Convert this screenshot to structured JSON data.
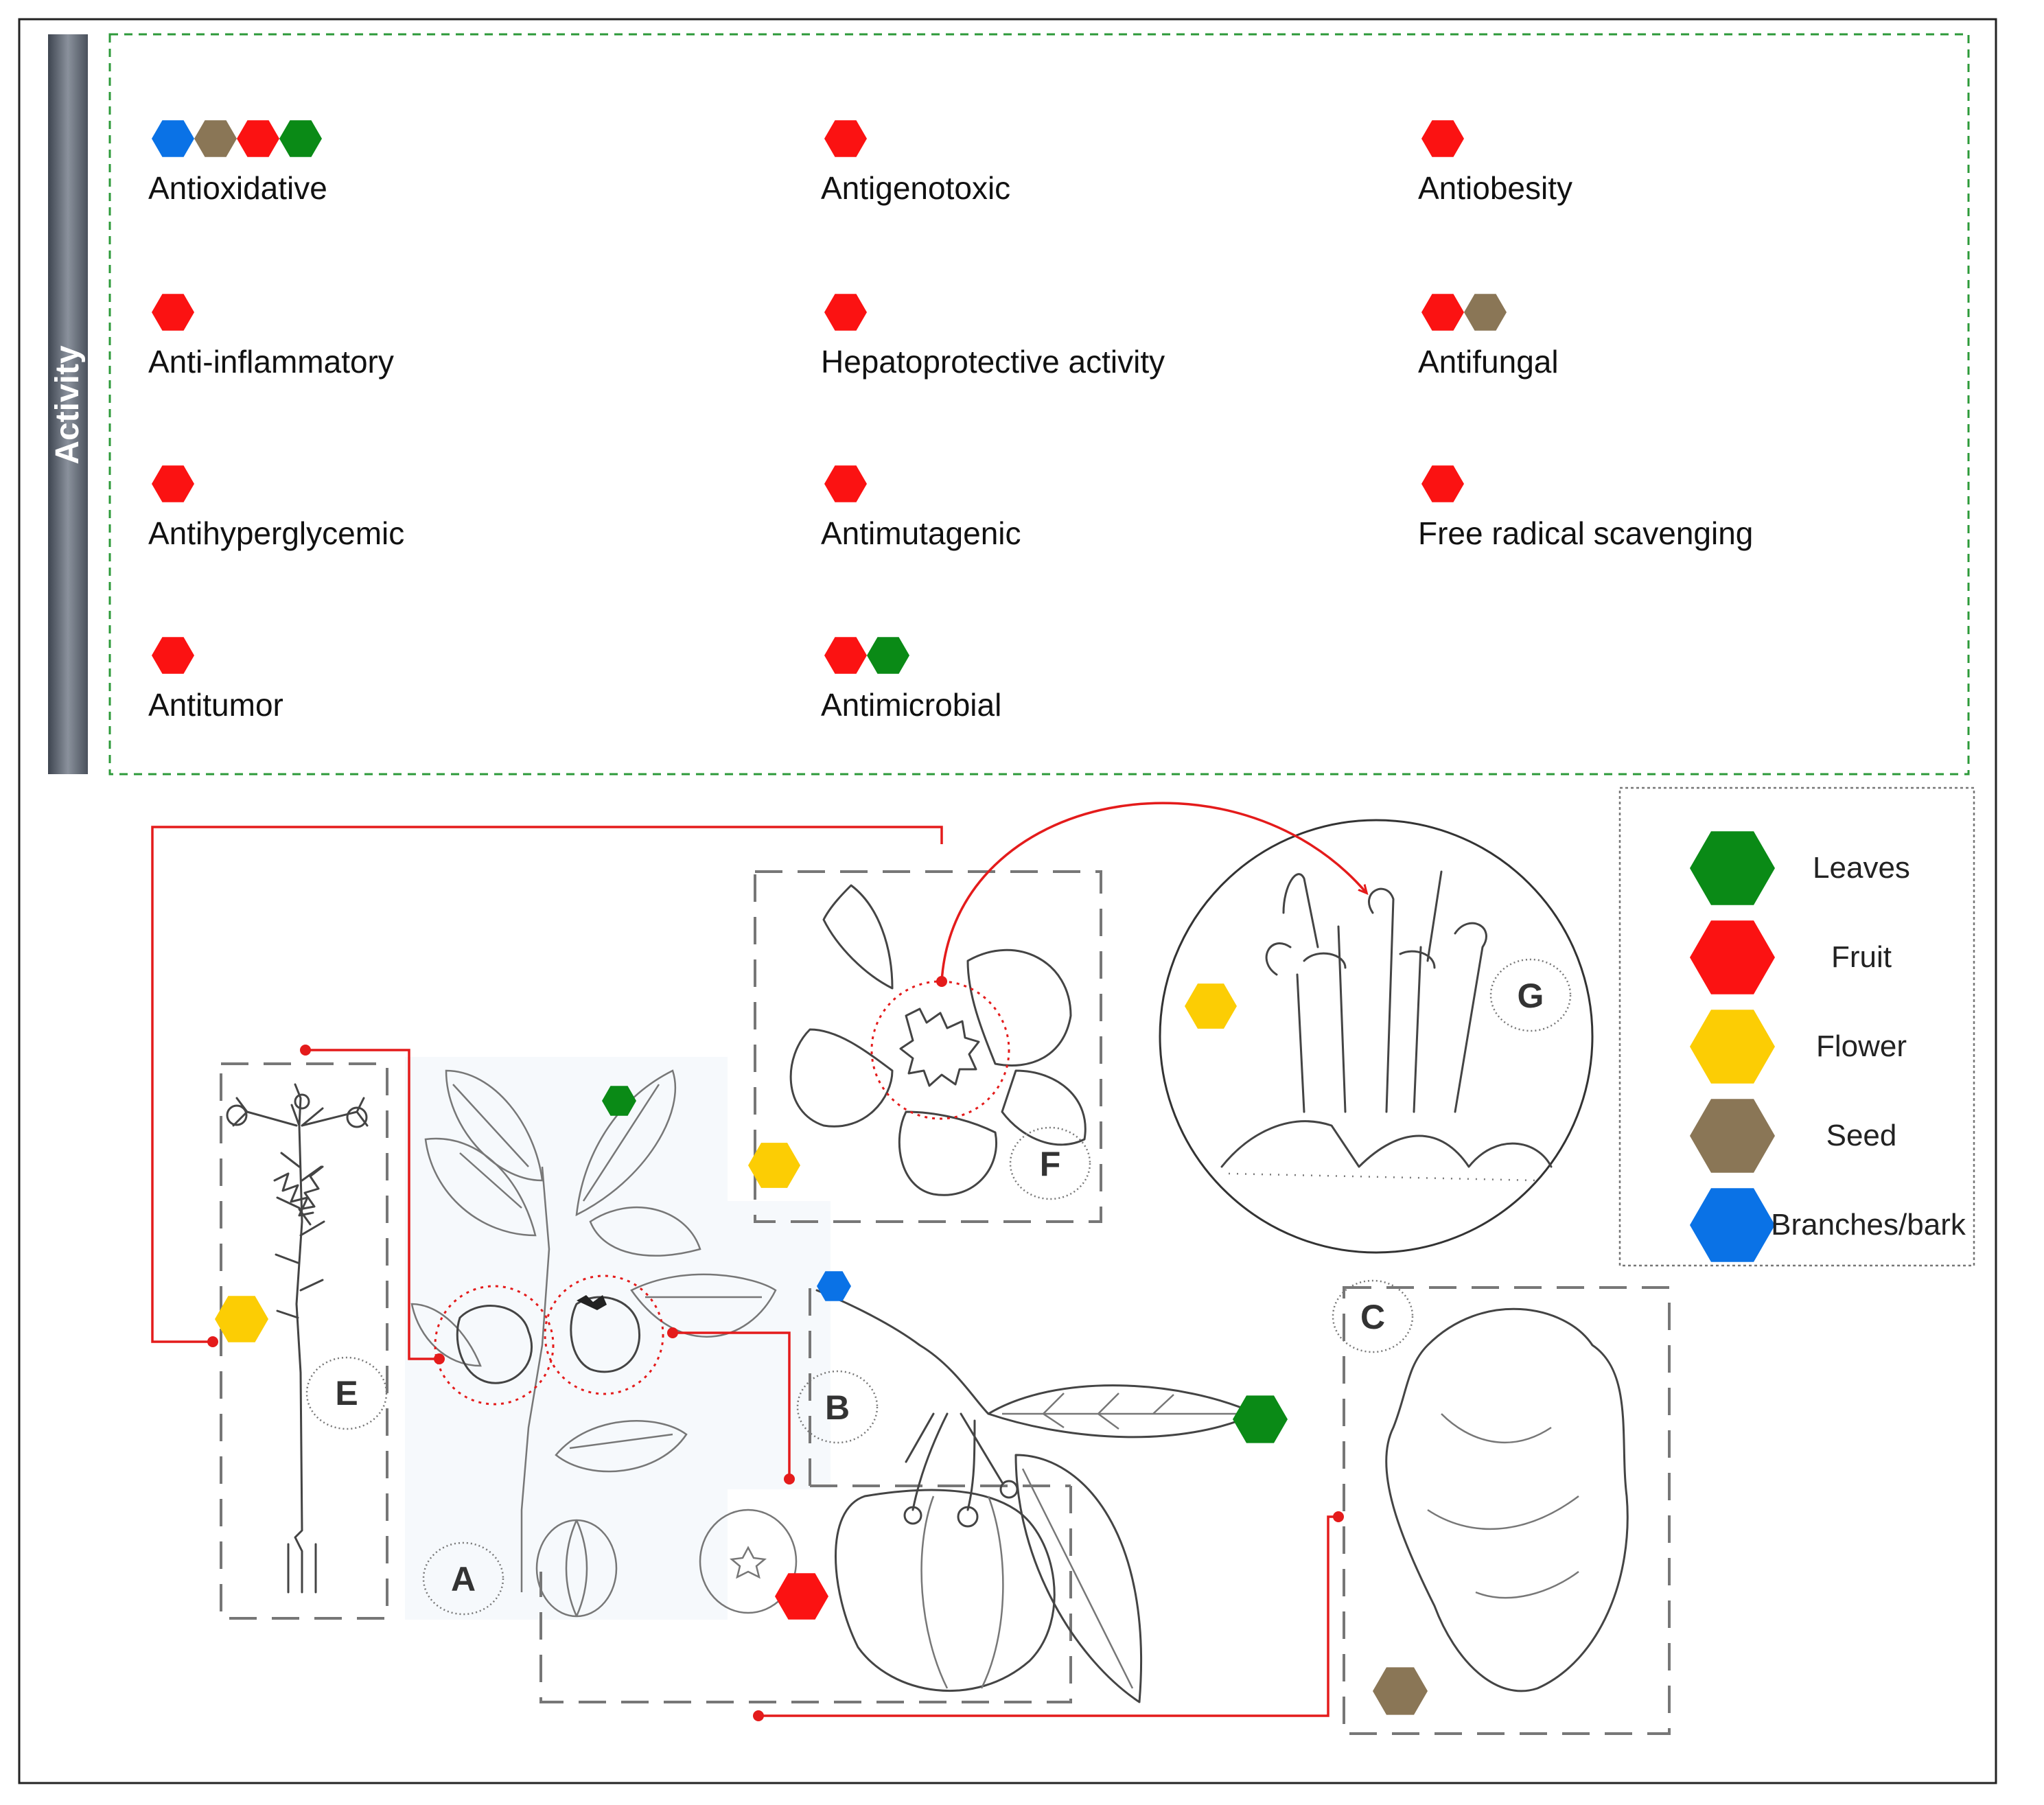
{
  "sidebar": {
    "title": "Activity"
  },
  "colors": {
    "leaves": "#0a8a16",
    "fruit": "#fb1212",
    "flower": "#fccd04",
    "seed": "#8a7656",
    "branches_bark": "#0a72e6",
    "connector": "#e41b1b"
  },
  "activities": [
    {
      "label": "Antioxidative",
      "parts": [
        "branches_bark",
        "seed",
        "fruit",
        "leaves"
      ]
    },
    {
      "label": "Antigenotoxic",
      "parts": [
        "fruit"
      ]
    },
    {
      "label": "Antiobesity",
      "parts": [
        "fruit"
      ]
    },
    {
      "label": "Anti-inflammatory",
      "parts": [
        "fruit"
      ]
    },
    {
      "label": "Hepatoprotective activity",
      "parts": [
        "fruit"
      ]
    },
    {
      "label": "Antifungal",
      "parts": [
        "fruit",
        "seed"
      ]
    },
    {
      "label": "Antihyperglycemic",
      "parts": [
        "fruit"
      ]
    },
    {
      "label": "Antimutagenic",
      "parts": [
        "fruit"
      ]
    },
    {
      "label": "Free radical scavenging",
      "parts": [
        "fruit"
      ]
    },
    {
      "label": "Antitumor",
      "parts": [
        "fruit"
      ]
    },
    {
      "label": "Antimicrobial",
      "parts": [
        "fruit",
        "leaves"
      ]
    }
  ],
  "panels": {
    "A": "A",
    "B": "B",
    "C": "C",
    "E": "E",
    "F": "F",
    "G": "G"
  },
  "legend": [
    {
      "key": "leaves",
      "label": "Leaves"
    },
    {
      "key": "fruit",
      "label": "Fruit"
    },
    {
      "key": "flower",
      "label": "Flower"
    },
    {
      "key": "seed",
      "label": "Seed"
    },
    {
      "key": "branches_bark",
      "label": "Branches/bark"
    }
  ]
}
